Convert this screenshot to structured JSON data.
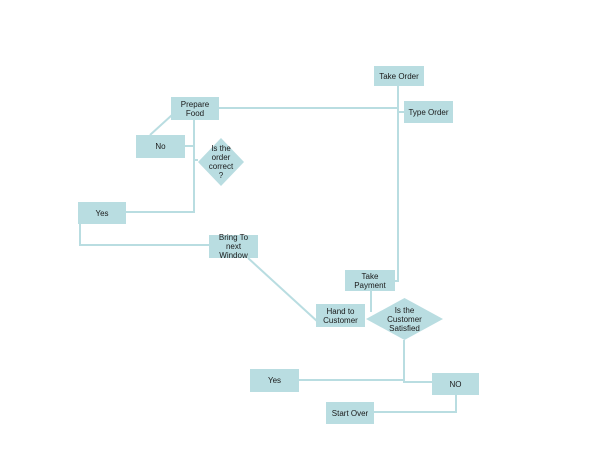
{
  "nodes": {
    "take_order": "Take Order",
    "type_order": "Type Order",
    "prepare_food": "Prepare Food",
    "no_top": "No",
    "order_correct": "Is the\norder\ncorrect\n?",
    "yes_top": "Yes",
    "bring_next_window": "Bring To next\nWindow",
    "take_payment": "Take Payment",
    "hand_to_customer": "Hand to\nCustomer",
    "customer_satisfied": "Is the\nCustomer\nSatisfied",
    "yes_bottom": "Yes",
    "no_bottom": "NO",
    "start_over": "Start Over"
  },
  "colors": {
    "node_fill": "#b9dde1",
    "connector": "#b9dde1"
  }
}
